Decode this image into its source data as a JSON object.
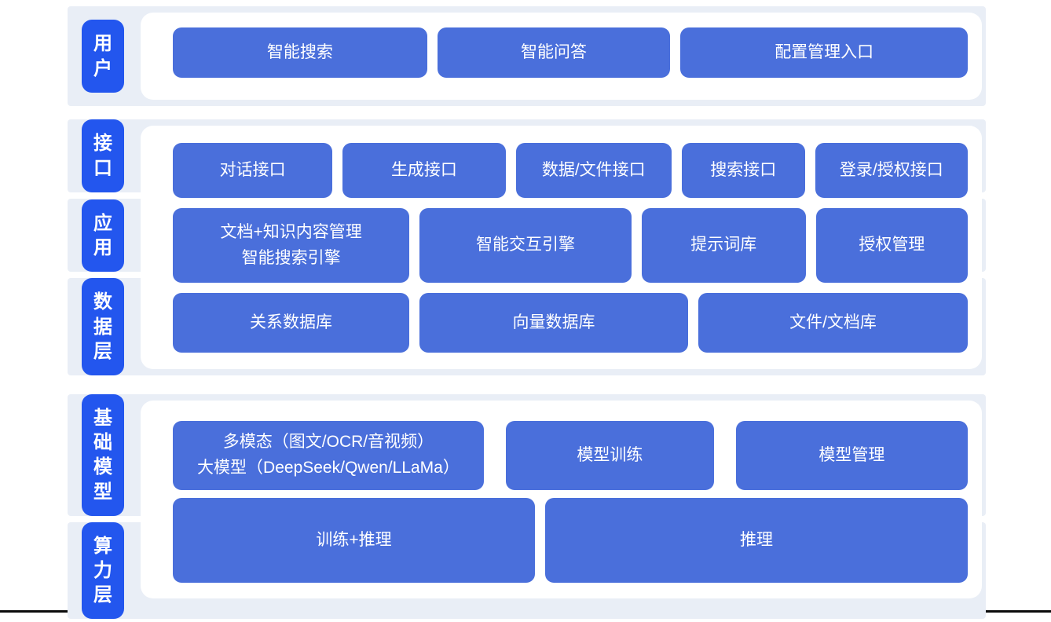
{
  "colors": {
    "label_pill_blue": "#2356ee",
    "box_blue": "#4a6fdb",
    "panel_background": "#e9eef6",
    "text_on_blue": "#ffffff",
    "footer_line": "#0b0b0b"
  },
  "sections": [
    {
      "labels": [
        "用户"
      ],
      "rows": [
        [
          "智能搜索",
          "智能问答",
          "配置管理入口"
        ]
      ]
    },
    {
      "labels": [
        "接口",
        "应用",
        "数据层"
      ],
      "rows": [
        [
          "对话接口",
          "生成接口",
          "数据/文件接口",
          "搜索接口",
          "登录/授权接口"
        ],
        [
          "文档+知识内容管理\n智能搜索引擎",
          "智能交互引擎",
          "提示词库",
          "授权管理"
        ],
        [
          "关系数据库",
          "向量数据库",
          "文件/文档库"
        ]
      ]
    },
    {
      "labels": [
        "基础模型",
        "算力层"
      ],
      "rows": [
        [
          "多模态（图文/OCR/音视频）\n大模型（DeepSeek/Qwen/LLaMa）",
          "模型训练",
          "模型管理"
        ],
        [
          "训练+推理",
          "推理"
        ]
      ]
    }
  ]
}
